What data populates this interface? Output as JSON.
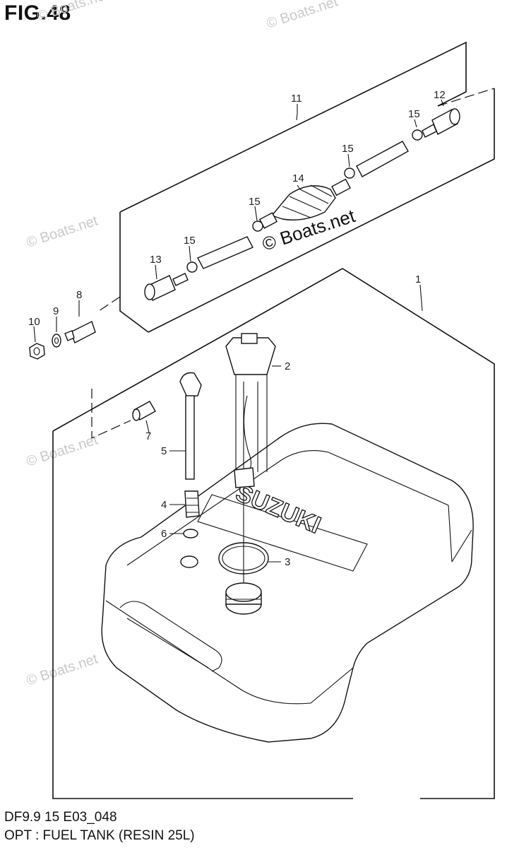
{
  "figure": {
    "title": "FIG.48",
    "footer_code": "DF9.9 15 E03_048",
    "footer_desc": "OPT : FUEL TANK (RESIN 25L)"
  },
  "watermarks": {
    "small": "© Boats.net",
    "large": "© Boats.net"
  },
  "callouts": [
    "1",
    "2",
    "3",
    "4",
    "5",
    "6",
    "7",
    "8",
    "9",
    "10",
    "11",
    "12",
    "13",
    "14",
    "15"
  ],
  "tank_brand": "SUZUKI"
}
